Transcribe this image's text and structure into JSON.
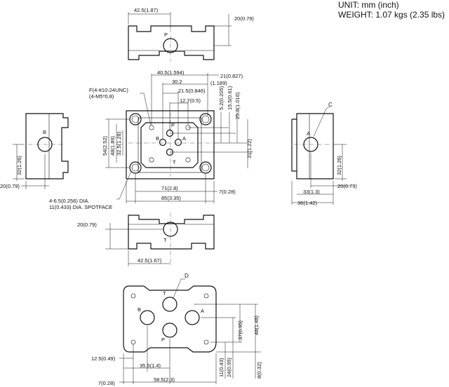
{
  "header": {
    "unit": "UNIT: mm (inch)",
    "weight": "WEIGHT: 1.07 kgs (2.35 lbs)"
  },
  "top_view": {
    "port": "P",
    "dim_width": "42.5(1.87)",
    "dim_offset": "20(0.79)"
  },
  "plan_view": {
    "dims": {
      "d40_5": "40.5(1.594)",
      "d21": "21(0.827)",
      "d30_2": "30.2",
      "d1_189": "(1.189)",
      "d21_5": "21.5(0.846)",
      "d12_7": "12.7(0.5)",
      "d5_2": "5.2(0.205)",
      "d15_5": "15.5(0.61)",
      "d25_8": "25.8(1.016)",
      "d31": "31(1.22)",
      "d54": "54(2.52)",
      "d48": "48(1.89)",
      "d32_5": "32.5(1.28)",
      "d71": "71(2.8)",
      "d7": "7(0.28)",
      "d85": "85(3.35)"
    },
    "thread_note_1": "F(4-#10-24UNC)",
    "thread_note_2": "(4-M5*0.8)",
    "hole_note_1": "4-6.5(0.256) DIA.",
    "hole_note_2": "11(0.433) DIA. SPOTFACE",
    "ports": {
      "p": "P",
      "a": "A",
      "b": "B",
      "t": "T"
    }
  },
  "left_view": {
    "port": "B",
    "dim_height": "32(1.26)",
    "dim_offset": "20(0.79)"
  },
  "right_view": {
    "port": "A",
    "callout": "C",
    "dim_height": "32(1.26)",
    "dim_offset": "20(0.79)",
    "dim_33": "33(1.3)",
    "dim_36": "36(1.42)"
  },
  "bottom_view": {
    "port": "T",
    "dim_offset": "20(0.79)",
    "dim_width": "42.5(1.67)"
  },
  "port_face_view": {
    "callout": "D",
    "ports": {
      "t": "T",
      "b": "B",
      "a": "A",
      "p": "P"
    },
    "dims": {
      "d37": "37(0.95)",
      "d48": "48(1.46)",
      "d11": "11(0.43)",
      "d24": "24(0.95)",
      "d8": "8(0.32)",
      "d12_5": "12.5(0.49)",
      "d35_5": "35.5(1.4)",
      "d7": "7(0.28)",
      "d58_5": "58.5(2.3)"
    }
  }
}
